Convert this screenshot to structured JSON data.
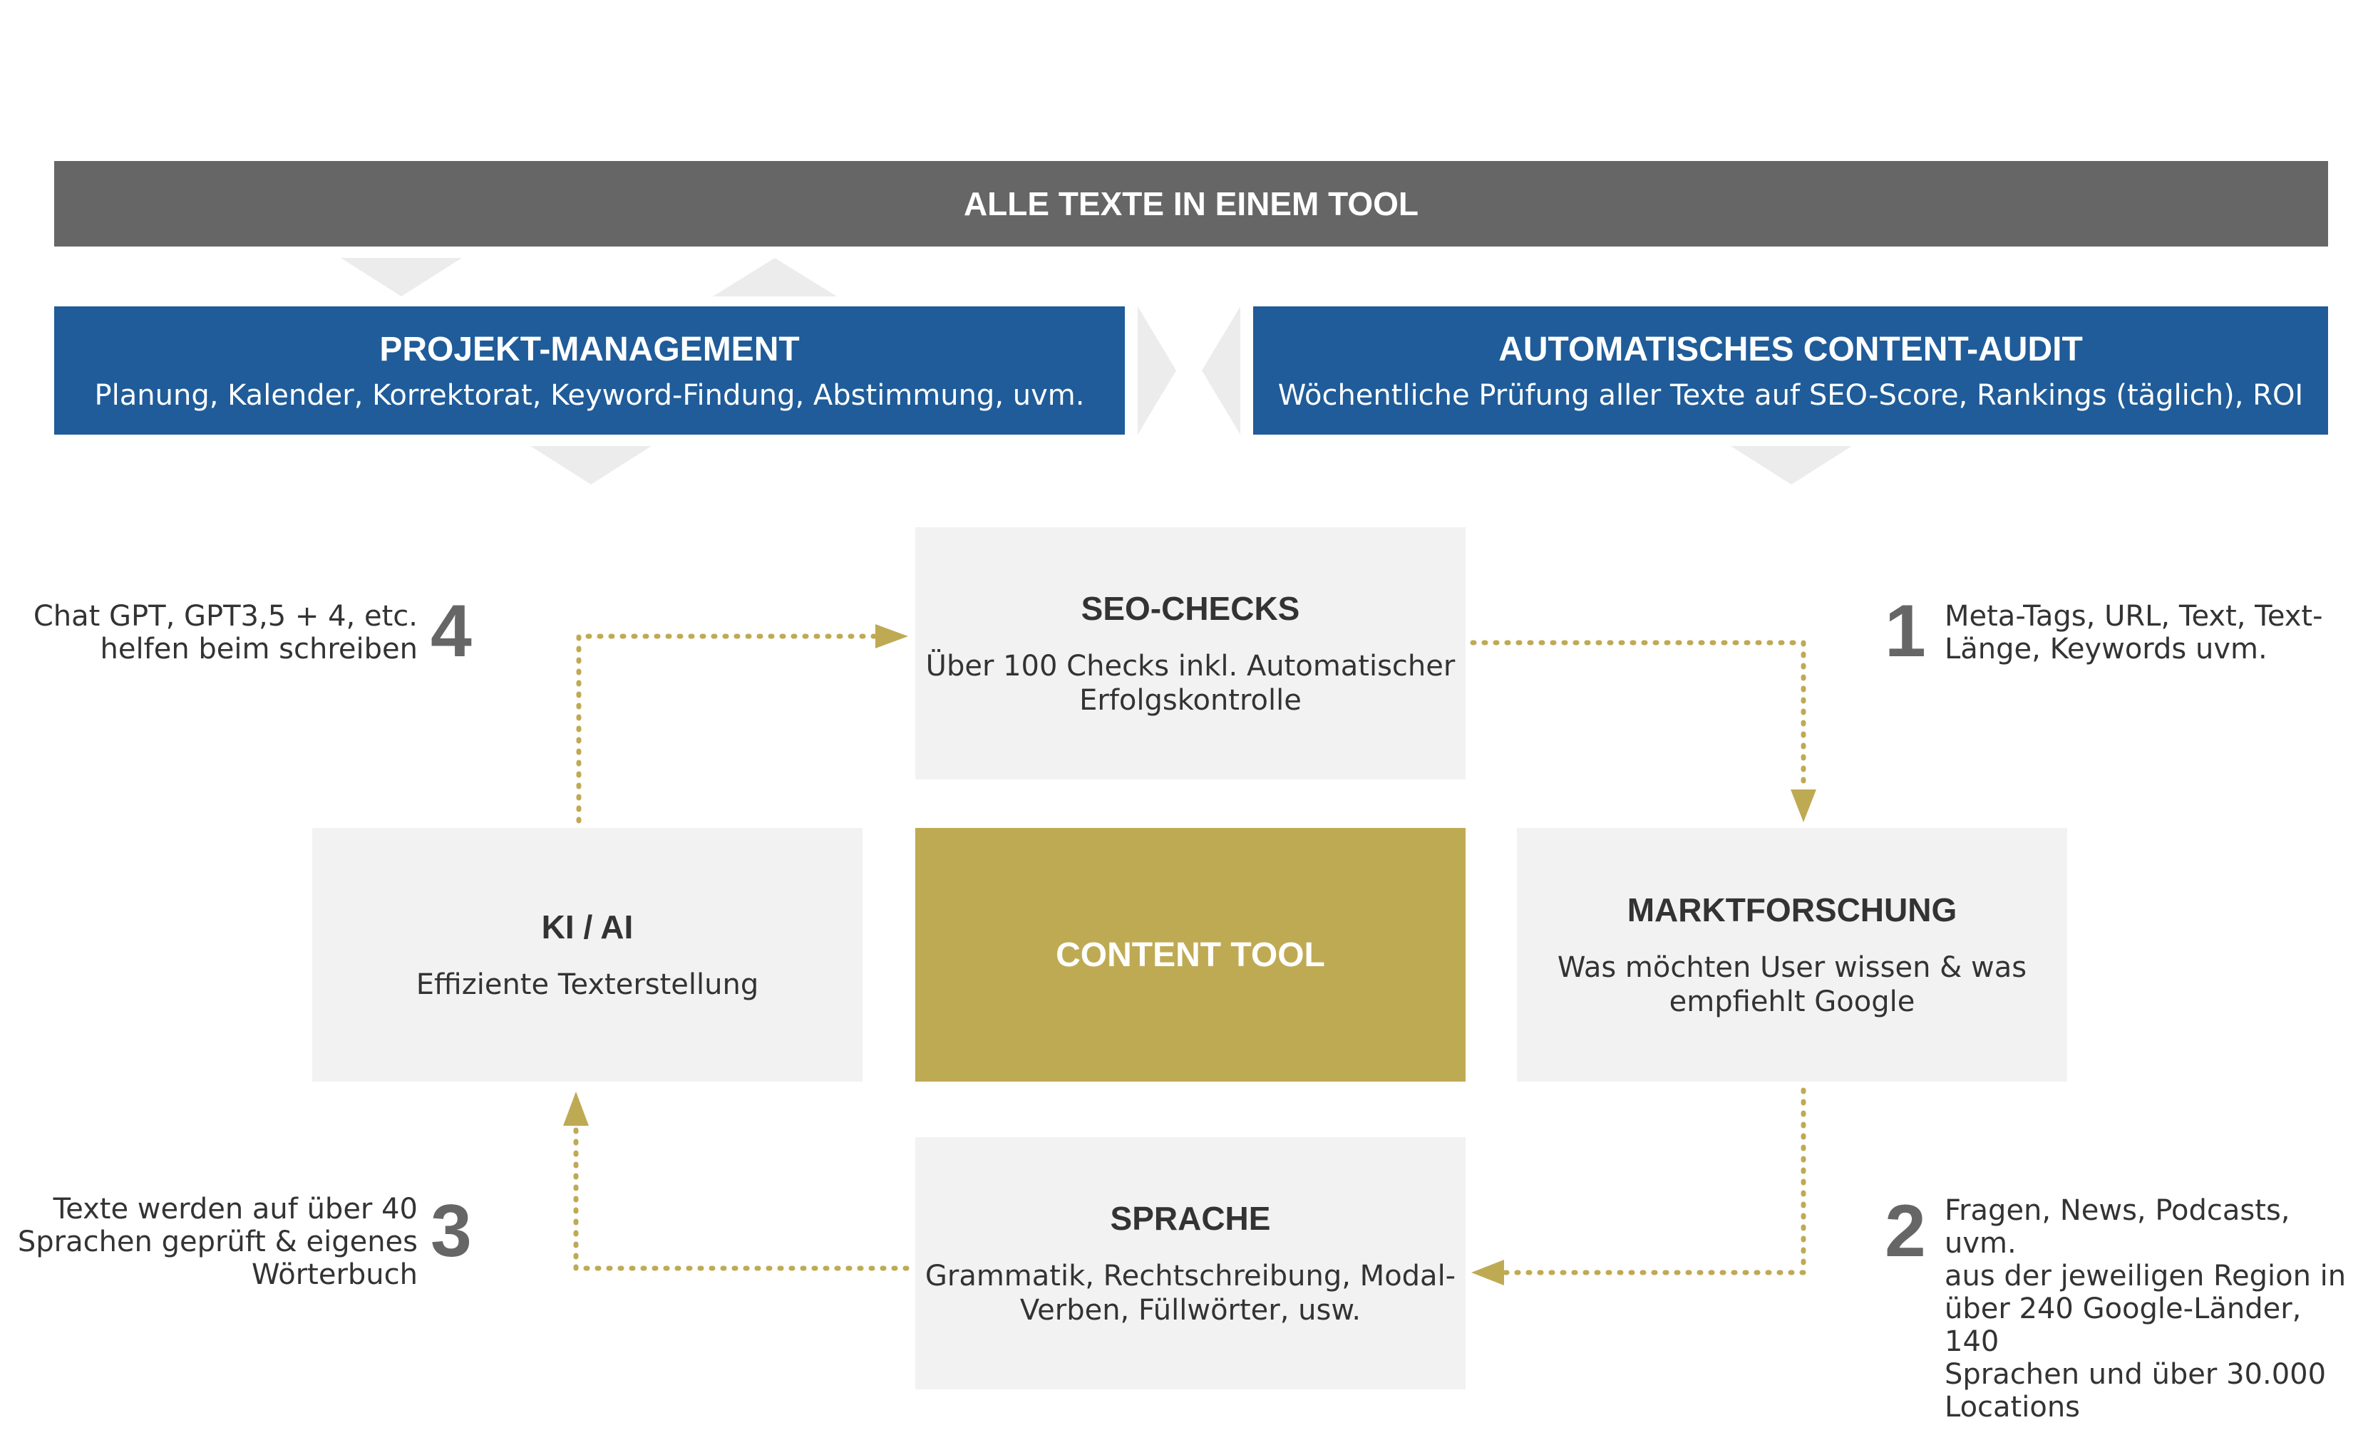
{
  "header": {
    "title": "ALLE TEXTE IN EINEM TOOL"
  },
  "project_management": {
    "title": "PROJEKT-MANAGEMENT",
    "subtitle": "Planung, Kalender, Korrektorat, Keyword-Findung, Abstimmung, uvm."
  },
  "content_audit": {
    "title": "AUTOMATISCHES CONTENT-AUDIT",
    "subtitle": "Wöchentliche Prüfung aller Texte auf SEO-Score, Rankings (täglich), ROI"
  },
  "center": {
    "label": "CONTENT TOOL"
  },
  "modules": {
    "seo": {
      "title": "SEO-CHECKS",
      "line1": "Über 100 Checks inkl. Automatischer",
      "line2": "Erfolgskontrolle"
    },
    "markt": {
      "title": "MARKTFORSCHUNG",
      "line1": "Was möchten User wissen & was",
      "line2": "empfiehlt Google"
    },
    "sprache": {
      "title": "SPRACHE",
      "line1": "Grammatik, Rechtschreibung, Modal-",
      "line2": "Verben, Füllwörter, usw."
    },
    "ki": {
      "title": "KI / AI",
      "line1": "Effiziente Texterstellung"
    }
  },
  "steps": [
    {
      "number": "1",
      "lines": [
        "Meta-Tags, URL, Text, Text-",
        "Länge, Keywords uvm."
      ]
    },
    {
      "number": "2",
      "lines": [
        "Fragen, News, Podcasts, uvm.",
        "aus der jeweiligen Region in",
        "über 240 Google-Länder, 140",
        "Sprachen und über 30.000",
        "Locations"
      ]
    },
    {
      "number": "3",
      "lines": [
        "Texte werden auf über 40",
        "Sprachen geprüft & eigenes",
        "Wörterbuch"
      ]
    },
    {
      "number": "4",
      "lines": [
        "Chat GPT, GPT3,5 + 4, etc.",
        "helfen beim schreiben"
      ]
    }
  ],
  "colors": {
    "header_bg": "#666666",
    "blue": "#1f5c99",
    "box_gray": "#f2f2f2",
    "gold": "#bfaa54",
    "chevron": "#ececec",
    "text": "#333333",
    "number": "#666666"
  }
}
